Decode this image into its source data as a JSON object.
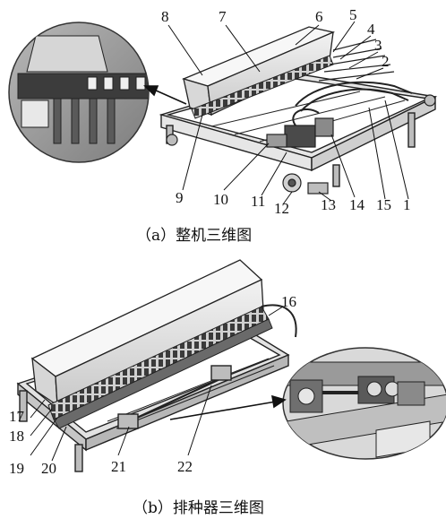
{
  "figure_a": {
    "caption": "（a）整机三维图",
    "callouts": [
      "1",
      "2",
      "3",
      "4",
      "5",
      "6",
      "7",
      "8",
      "9",
      "10",
      "11",
      "12",
      "13",
      "14",
      "15"
    ]
  },
  "figure_b": {
    "caption": "（b）排种器三维图",
    "callouts": [
      "16",
      "17",
      "18",
      "19",
      "20",
      "21",
      "22"
    ]
  },
  "colors": {
    "line": "#222222",
    "metal_light": "#e4e4e4",
    "metal_mid": "#bdbdbd",
    "metal_dark": "#6f6f6f",
    "zoom_bg": "#9a9a9a"
  }
}
